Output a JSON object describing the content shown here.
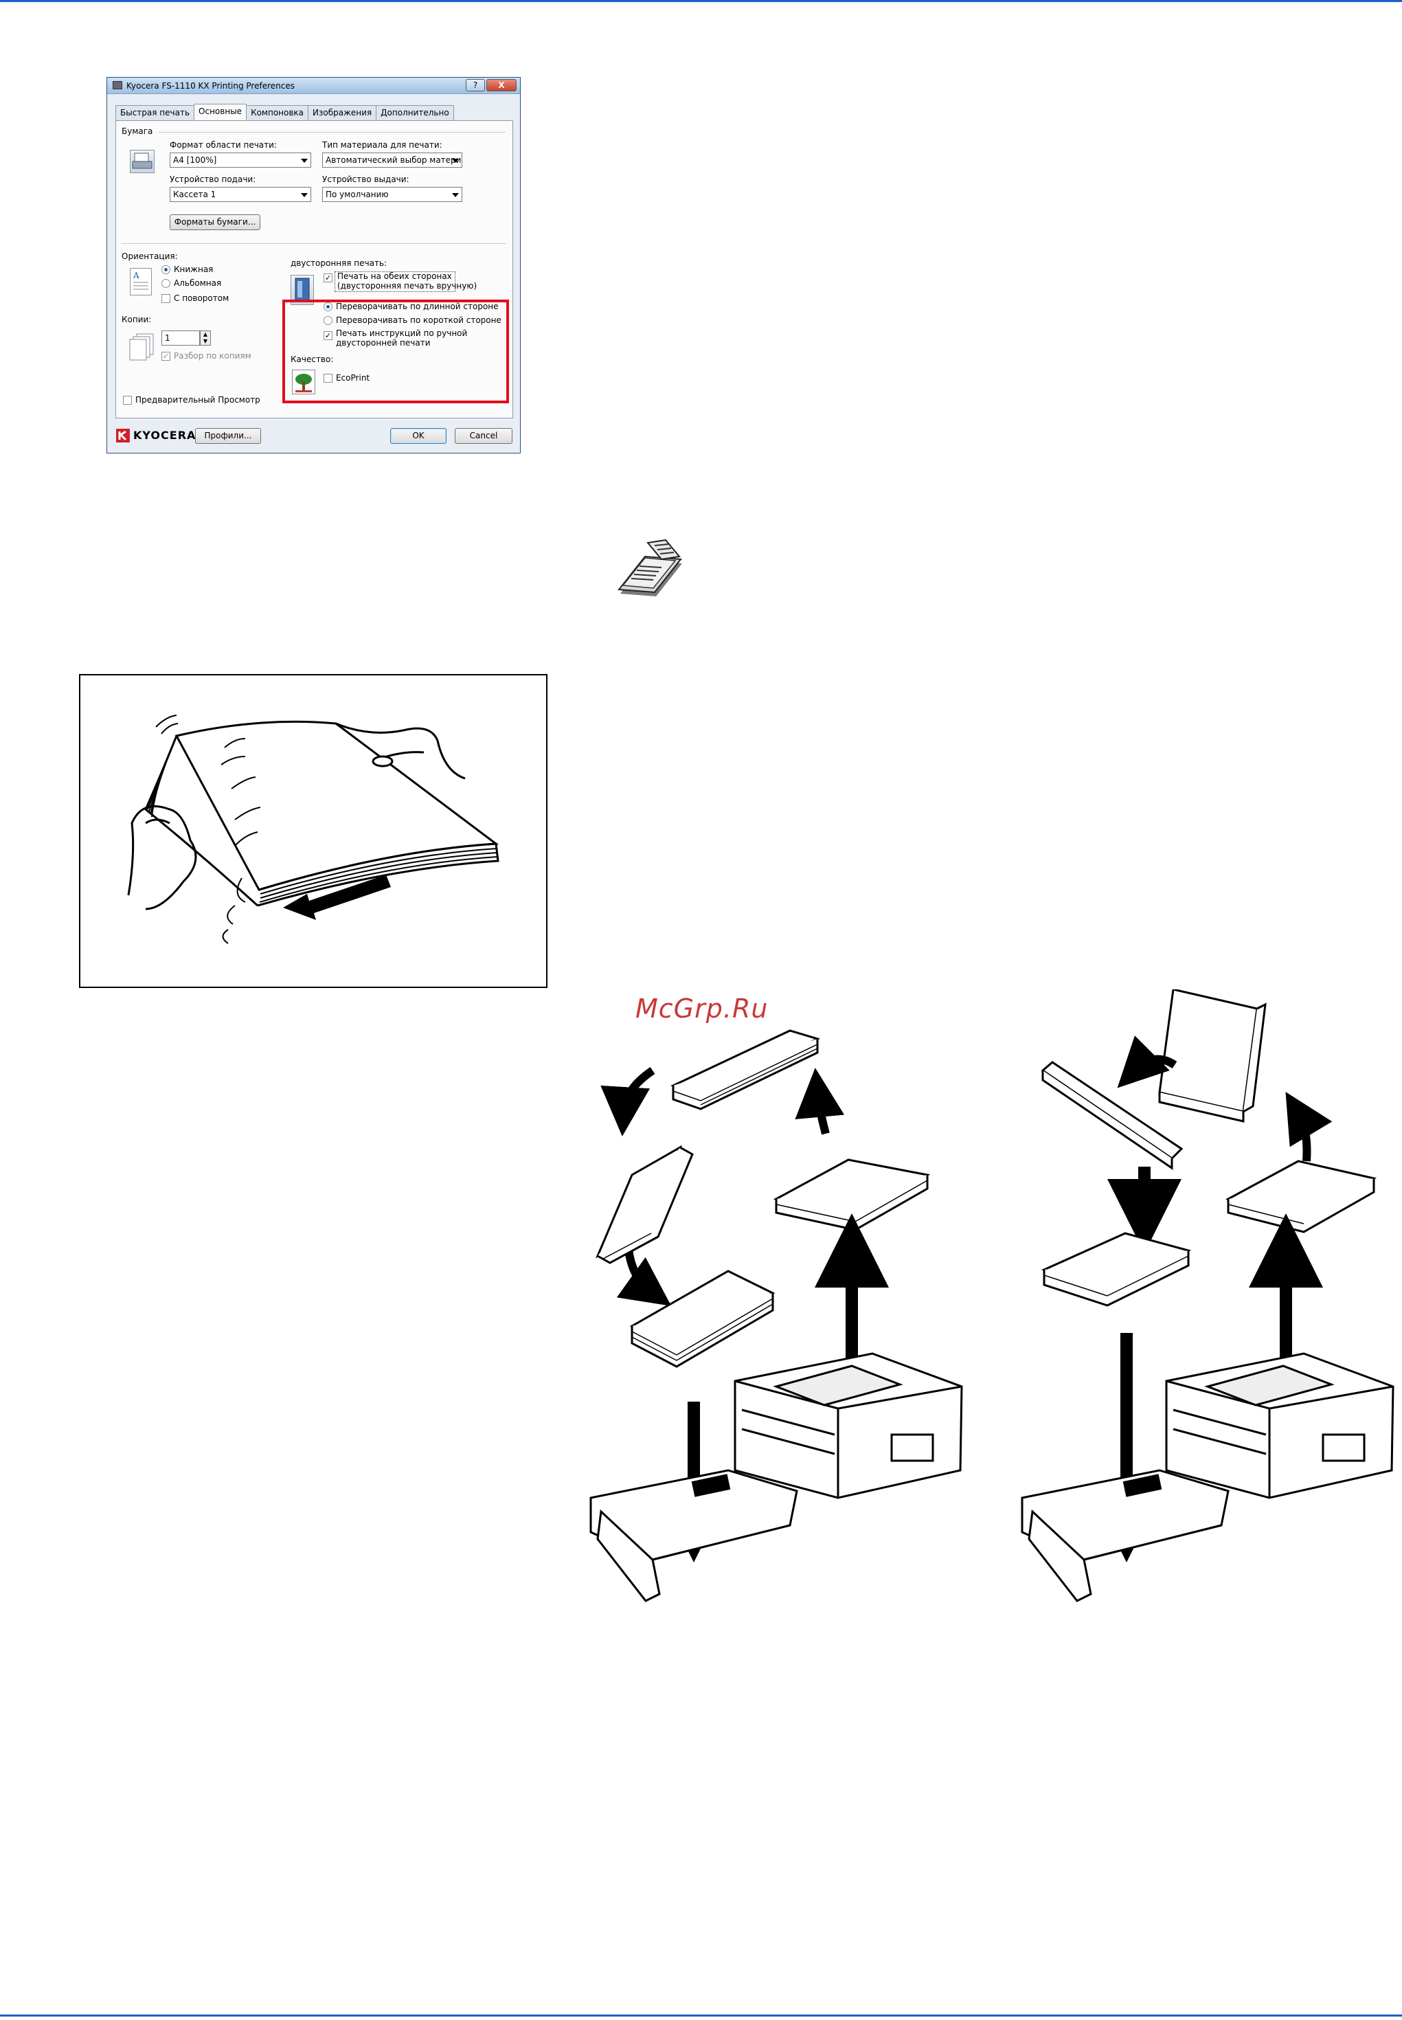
{
  "dialog": {
    "title": "Kyocera FS-1110 KX Printing Preferences",
    "help_label": "?",
    "close_label": "X",
    "tabs": [
      "Быстрая печать",
      "Основные",
      "Компоновка",
      "Изображения",
      "Дополнительно"
    ],
    "active_tab": "Основные",
    "paper": {
      "group_label": "Бумага",
      "print_size_label": "Формат области печати:",
      "print_size_value": "A4 [100%]",
      "media_type_label": "Тип материала для печати:",
      "media_type_value": "Автоматический выбор материал",
      "source_label": "Устройство подачи:",
      "source_value": "Кассета 1",
      "output_label": "Устройство выдачи:",
      "output_value": "По умолчанию",
      "sizes_button": "Форматы бумаги..."
    },
    "orientation": {
      "label": "Ориентация:",
      "portrait": "Книжная",
      "landscape": "Альбомная",
      "rotated": "С поворотом"
    },
    "copies": {
      "label": "Копии:",
      "value": "1",
      "collate": "Разбор по копиям"
    },
    "preview_label": "Предварительный Просмотр",
    "duplex": {
      "label": "двусторонняя печать:",
      "both_sides_line1": "Печать на обеих сторонах",
      "both_sides_line2": "(двусторонняя печать вручную)",
      "long_edge": "Переворачивать по длинной стороне",
      "short_edge": "Переворачивать по короткой стороне",
      "instructions_line1": "Печать инструкций по ручной",
      "instructions_line2": "двусторонней печати"
    },
    "quality_label": "Качество:",
    "ecoprint_label": "EcoPrint",
    "footer": {
      "brand": "KYOCERA",
      "profiles_button": "Профили...",
      "ok_button": "OK",
      "cancel_button": "Cancel"
    }
  },
  "watermark": "McGrp.Ru",
  "colors": {
    "rule": "#1f5fc8",
    "highlight": "#e0101c",
    "watermark": "#c8393a"
  }
}
